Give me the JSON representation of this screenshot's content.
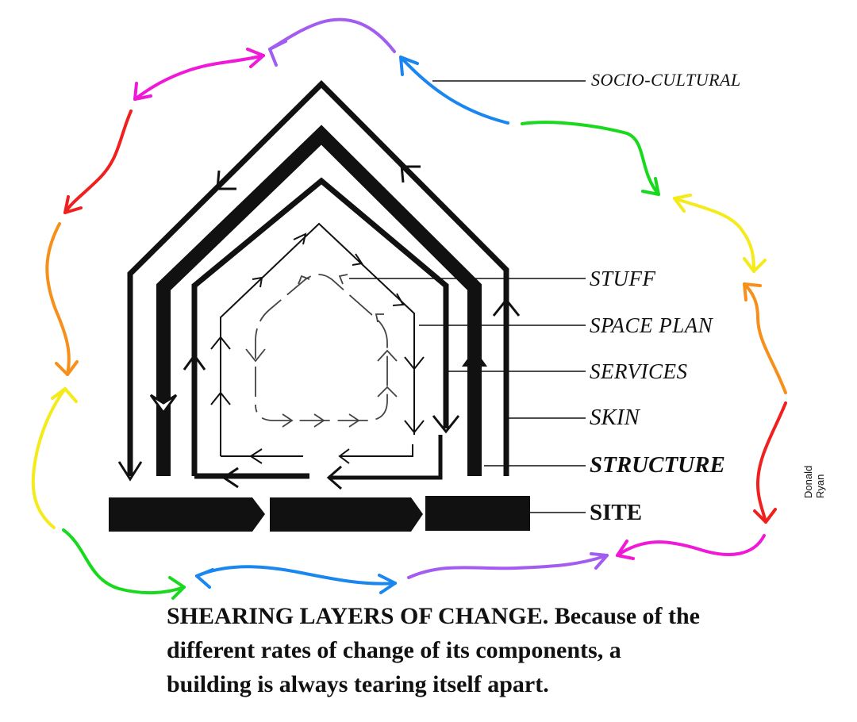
{
  "diagram": {
    "layers": {
      "socio_cultural": "SOCIO-CULTURAL",
      "stuff": "STUFF",
      "space_plan": "SPACE PLAN",
      "services": "SERVICES",
      "skin": "SKIN",
      "structure": "STRUCTURE",
      "site": "SITE"
    },
    "credit": "Donald Ryan",
    "colors": {
      "ink": "#111111",
      "ring": [
        "#a35cf0",
        "#f019d8",
        "#f0201e",
        "#f7901a",
        "#f5ea1a",
        "#19d91e",
        "#1a86f0"
      ]
    }
  },
  "caption": {
    "line1": "SHEARING LAYERS OF CHANGE.  Because of the",
    "line2": "different rates of change of its components, a",
    "line3": "building is always tearing itself apart."
  }
}
